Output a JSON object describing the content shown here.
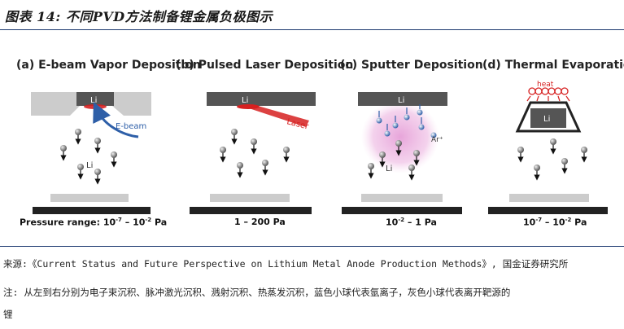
{
  "header": {
    "title": "图表 14: 不同PVD方法制备锂金属负极图示"
  },
  "panels": [
    {
      "title": "(a) E-beam Vapor Deposition",
      "range_text": "Pressure range: 10",
      "range_exp1": "-7",
      "range_mid": " – 10",
      "range_exp2": "-2",
      "range_unit": " Pa"
    },
    {
      "title": "(b) Pulsed Laser Deposition",
      "range_text": "1 – 200 Pa"
    },
    {
      "title": "(c) Sputter Deposition",
      "range_text": "10",
      "range_exp1": "-2",
      "range_mid": " – 1 Pa"
    },
    {
      "title": "(d) Thermal Evaporation",
      "range_text": "10",
      "range_exp1": "-7",
      "range_mid": " – 10",
      "range_exp2": "-2",
      "range_unit": " Pa"
    }
  ],
  "labels": {
    "li": "Li",
    "ebeam": "E-beam",
    "laser": "Laser",
    "ar": "Ar",
    "ar_sup": "+",
    "heat": "heat"
  },
  "colors": {
    "dark_gray": "#555555",
    "light_gray": "#cccccc",
    "black_bar": "#222222",
    "red": "#d62020",
    "blue": "#2e5fa8",
    "pink": "#e8a5d9",
    "rule": "#1d3a70"
  },
  "notes": {
    "source": "来源:《Current Status and Future Perspective on Lithium Metal Anode Production Methods》, 国金证券研究所",
    "note_line1": "注: 从左到右分别为电子束沉积、脉冲激光沉积、溅射沉积、热蒸发沉积，蓝色小球代表氩离子，灰色小球代表离开靶源的",
    "note_line2": "锂"
  }
}
